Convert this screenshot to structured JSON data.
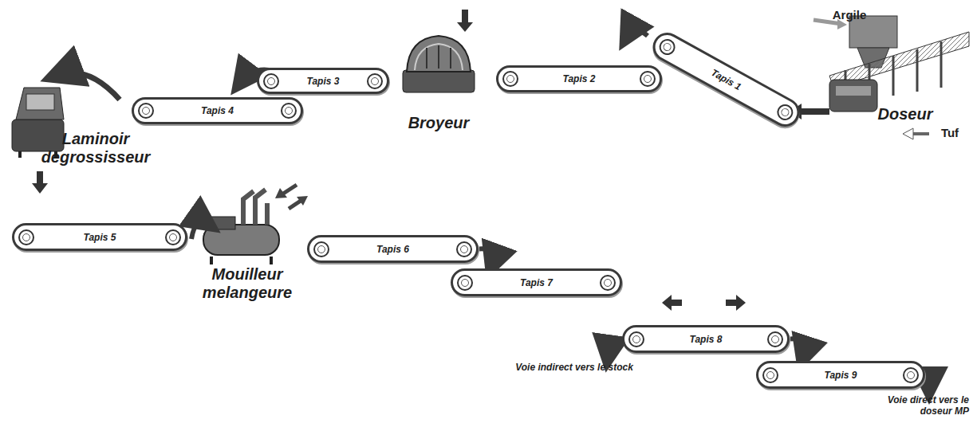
{
  "diagram": {
    "nodes": [
      {
        "text": [
          "Tapis 1"
        ]
      },
      {
        "text": [
          "Tapis 2"
        ]
      },
      {
        "text": [
          "Tapis 3"
        ]
      },
      {
        "text": [
          "Tapis 4"
        ]
      },
      {
        "text": [
          "Tapis 5"
        ]
      },
      {
        "text": [
          "Tapis 6"
        ]
      },
      {
        "text": [
          "Tapis 7"
        ]
      },
      {
        "text": [
          "Tapis 8"
        ]
      },
      {
        "text": [
          "Tapis 9"
        ]
      }
    ],
    "edges": [
      {
        "from": 5,
        "to": 6,
        "arrow": "to"
      },
      {
        "from": 7,
        "to": 8,
        "arrow": "to"
      }
    ],
    "labels": [
      "Argile",
      "Doseur",
      "Tuf",
      "Broyeur",
      "Laminoir degrossisseur",
      "Mouilleur melangeure",
      "Voie indirect vers le stock",
      "Voie direct vers le doseur MP"
    ]
  }
}
